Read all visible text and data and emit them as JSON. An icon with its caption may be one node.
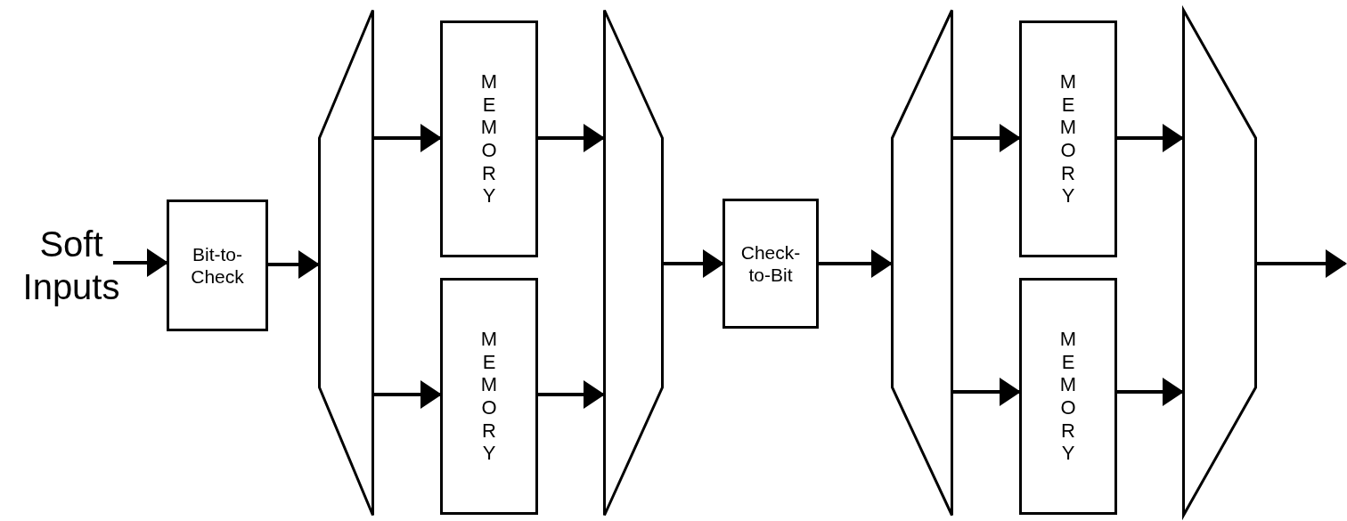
{
  "diagram": {
    "nodes": [
      {
        "text": [
          "Soft Inputs"
        ]
      },
      {
        "text": [
          "Bit-to-Check"
        ]
      },
      {
        "text": [],
        "shape": "trapezoid"
      },
      {
        "text": [
          "MEMORY"
        ]
      },
      {
        "text": [
          "MEMORY"
        ]
      },
      {
        "text": [],
        "shape": "trapezoid"
      },
      {
        "text": [
          "Check-to-Bit"
        ]
      },
      {
        "text": [],
        "shape": "trapezoid"
      },
      {
        "text": [
          "MEMORY"
        ]
      },
      {
        "text": [
          "MEMORY"
        ]
      },
      {
        "text": [],
        "shape": "trapezoid"
      }
    ],
    "edges": [
      {
        "from": 0,
        "to": 1,
        "arrow": "to"
      },
      {
        "from": 1,
        "to": 2,
        "arrow": "to"
      },
      {
        "from": 2,
        "to": 3,
        "arrow": "to"
      },
      {
        "from": 2,
        "to": 4,
        "arrow": "to"
      },
      {
        "from": 3,
        "to": 5,
        "arrow": "to"
      },
      {
        "from": 4,
        "to": 5,
        "arrow": "to"
      },
      {
        "from": 5,
        "to": 6,
        "arrow": "to"
      },
      {
        "from": 6,
        "to": 7,
        "arrow": "to"
      },
      {
        "from": 7,
        "to": 8,
        "arrow": "to"
      },
      {
        "from": 7,
        "to": 9,
        "arrow": "to"
      },
      {
        "from": 8,
        "to": 10,
        "arrow": "to"
      },
      {
        "from": 9,
        "to": 10,
        "arrow": "to"
      },
      {
        "from": 10,
        "to": null,
        "arrow": "to"
      }
    ]
  }
}
